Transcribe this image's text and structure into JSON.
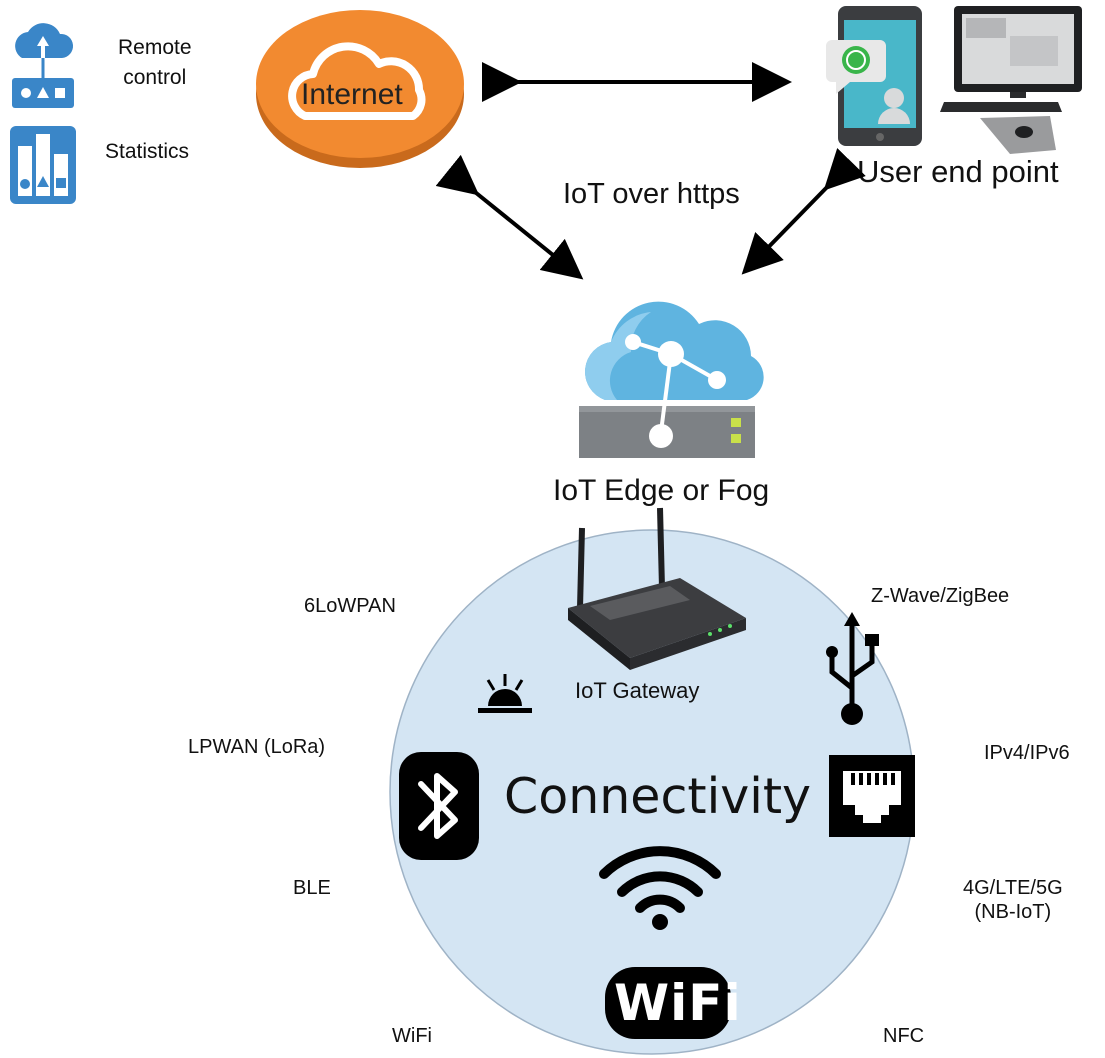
{
  "legend": {
    "remote_control_line1": "Remote",
    "remote_control_line2": "control",
    "statistics": "Statistics"
  },
  "internet": {
    "label": "Internet"
  },
  "user_end_point": {
    "label": "User end point"
  },
  "links": {
    "transport_label": "IoT over https"
  },
  "edge": {
    "label": "IoT Edge or Fog"
  },
  "gateway": {
    "label": "IoT Gateway"
  },
  "connectivity": {
    "title": "Connectivity"
  },
  "wifi_logo": {
    "text": "WiFi"
  },
  "protocols": {
    "sixlowpan": "6LoWPAN",
    "lpwan": "LPWAN (LoRa)",
    "ble": "BLE",
    "wifi": "WiFi",
    "zwave": "Z-Wave/ZigBee",
    "ip": "IPv4/IPv6",
    "cellular_line1": "4G/LTE/5G",
    "cellular_line2": "(NB-IoT)",
    "nfc": "NFC"
  },
  "colors": {
    "internet_orange": "#f28a30",
    "internet_shadow": "#c96a1c",
    "cloud_blue": "#5fb4e0",
    "circle_fill": "#d4e5f3",
    "server_gray": "#7d8185",
    "legend_blue": "#3a86c8",
    "arrow": "#000000"
  }
}
